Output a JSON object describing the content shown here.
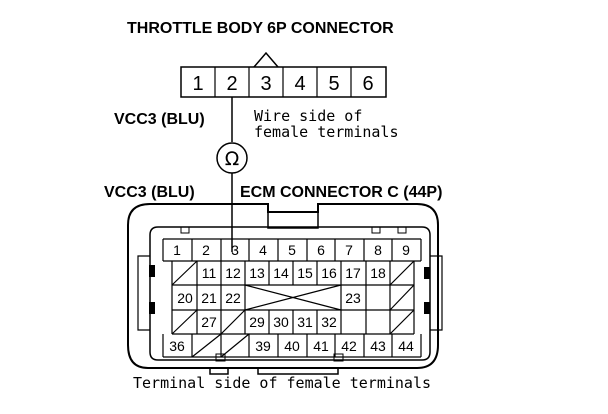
{
  "throttle": {
    "title": "THROTTLE BODY 6P CONNECTOR",
    "pins": [
      "1",
      "2",
      "3",
      "4",
      "5",
      "6"
    ],
    "side_note_1": "Wire side of",
    "side_note_2": "female terminals"
  },
  "wire_top_label": "VCC3 (BLU)",
  "wire_bottom_label": "VCC3 (BLU)",
  "meter_symbol": "Ω",
  "ecm": {
    "title": "ECM CONNECTOR C (44P)",
    "row1": [
      "1",
      "2",
      "3",
      "4",
      "5",
      "6",
      "7",
      "8",
      "9"
    ],
    "row2": [
      "11",
      "12",
      "13",
      "14",
      "15",
      "16",
      "17",
      "18"
    ],
    "row3_left": [
      "20",
      "21",
      "22"
    ],
    "row3_right": [
      "23"
    ],
    "row4": [
      "27",
      "29",
      "30",
      "31",
      "32"
    ],
    "row5_left": [
      "36"
    ],
    "row5_right": [
      "39",
      "40",
      "41",
      "42",
      "43",
      "44"
    ],
    "footer": "Terminal side of female terminals"
  }
}
